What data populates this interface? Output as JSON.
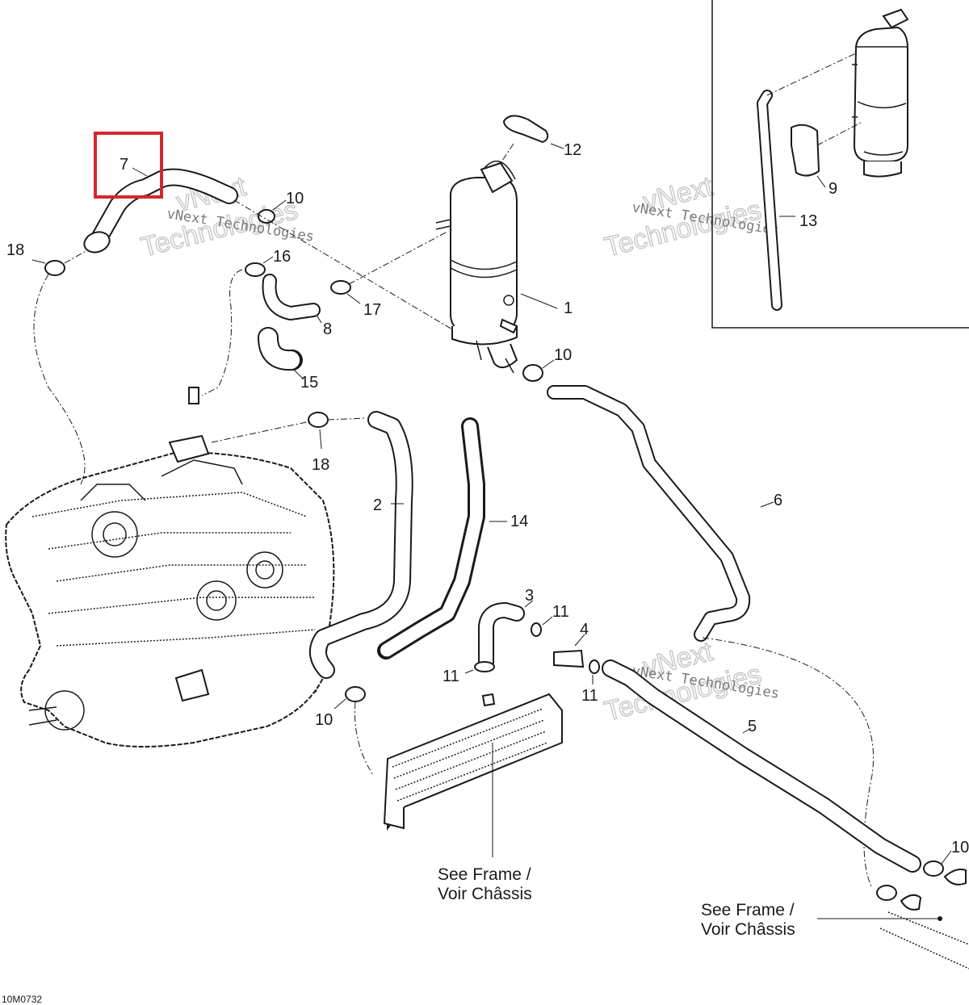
{
  "callouts": {
    "c1": "1",
    "c2": "2",
    "c3": "3",
    "c4": "4",
    "c5": "5",
    "c6": "6",
    "c7": "7",
    "c8": "8",
    "c9": "9",
    "c10": "10",
    "c11": "11",
    "c12": "12",
    "c13": "13",
    "c14": "14",
    "c15": "15",
    "c16": "16",
    "c17": "17",
    "c18": "18"
  },
  "notes": {
    "see_frame_line1": "See Frame /",
    "see_frame_line2": "Voir Châssis"
  },
  "watermark": {
    "brand": "vNext Technologies",
    "word1": "vNext",
    "word2": "Technologies"
  },
  "figure_code": "10M0732",
  "highlight": {
    "part": "7",
    "color": "#d6262e"
  }
}
